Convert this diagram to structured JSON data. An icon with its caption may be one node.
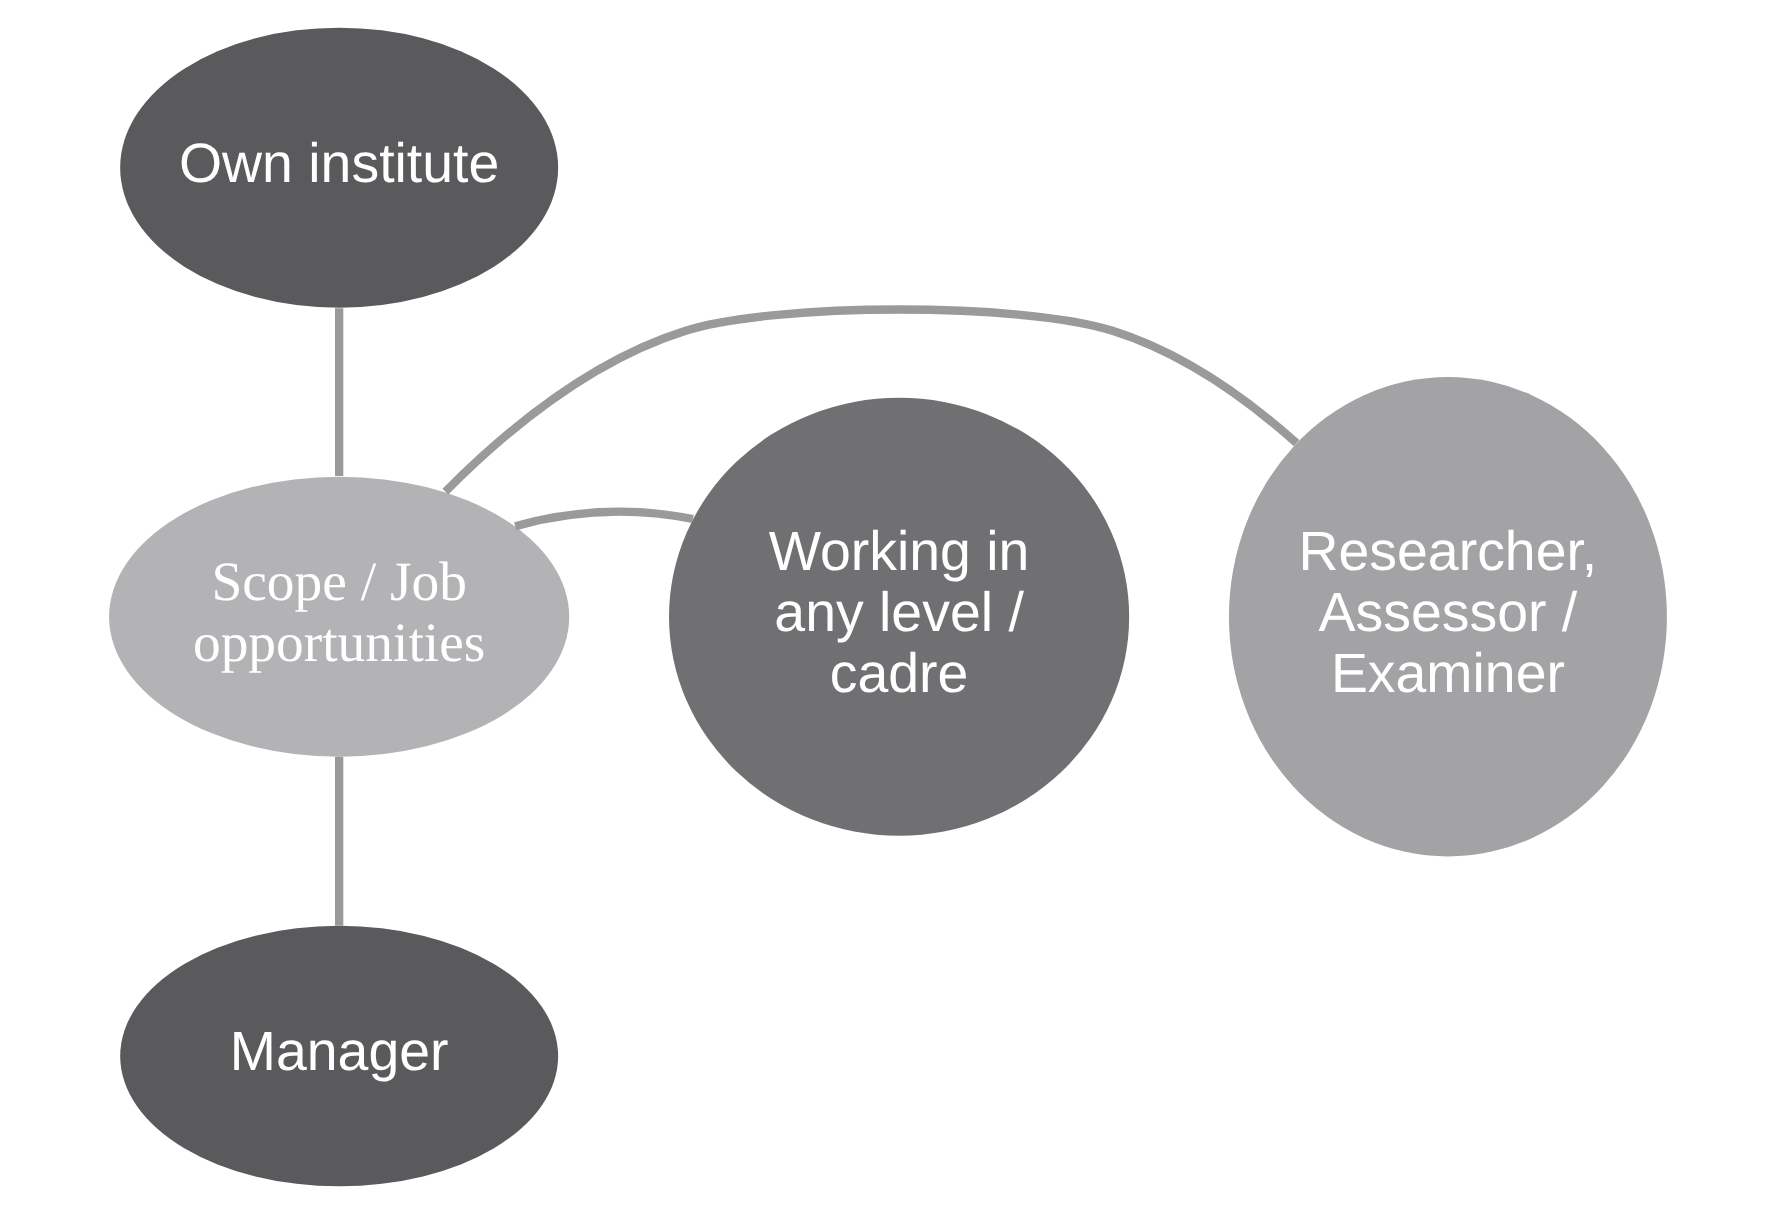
{
  "diagram": {
    "nodes": [
      {
        "text": [
          "Own institute"
        ]
      },
      {
        "text": [
          "Researcher, Assessor / Examiner"
        ]
      },
      {
        "text": [
          "Scope / Job opportunities"
        ]
      },
      {
        "text": [
          "Working in any level / cadre"
        ]
      },
      {
        "text": [
          "Manager"
        ]
      }
    ],
    "edges": [
      {
        "from": 2,
        "to": 0,
        "arrow": "none"
      },
      {
        "from": 2,
        "to": 1,
        "arrow": "none"
      },
      {
        "from": 2,
        "to": 3,
        "arrow": "none"
      },
      {
        "from": 2,
        "to": 4,
        "arrow": "none"
      }
    ]
  }
}
